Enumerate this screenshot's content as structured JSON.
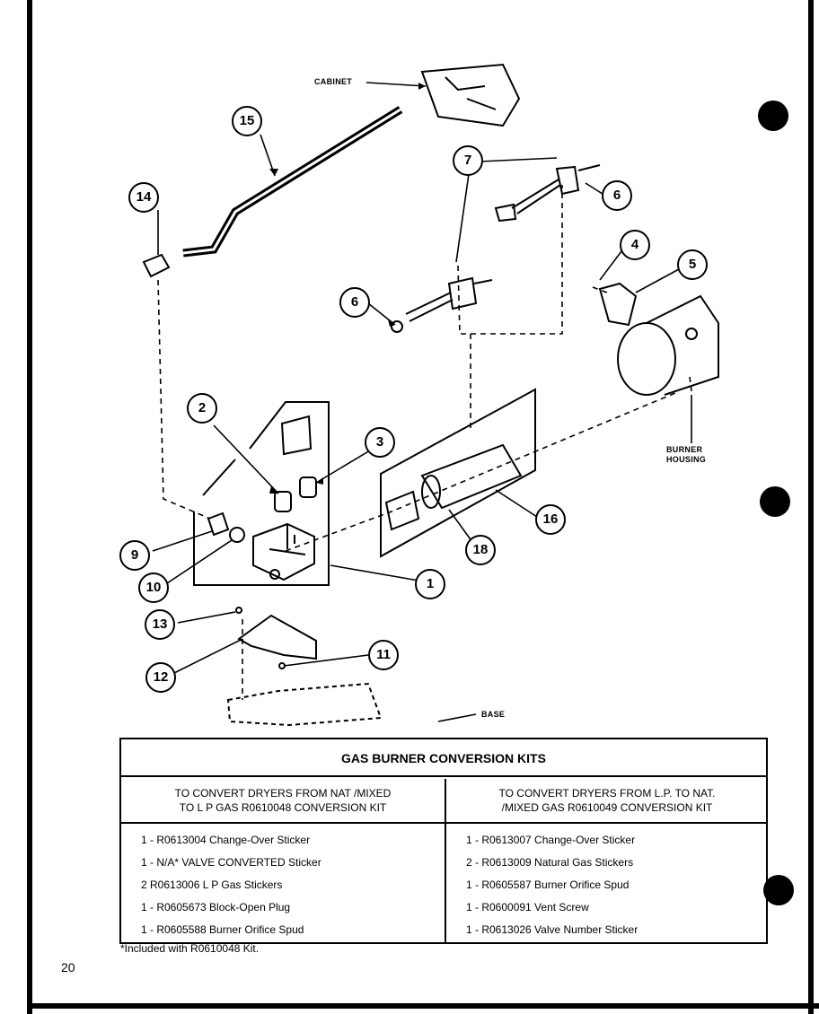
{
  "diagram": {
    "callouts": [
      "1",
      "2",
      "3",
      "4",
      "5",
      "6",
      "6",
      "7",
      "9",
      "10",
      "11",
      "12",
      "13",
      "14",
      "15",
      "16",
      "18"
    ],
    "labels": {
      "cabinet": "CABINET",
      "burner_housing_1": "BURNER",
      "burner_housing_2": "HOUSING",
      "base": "BASE"
    }
  },
  "kits": {
    "title": "GAS BURNER CONVERSION KITS",
    "left": {
      "heading_line1": "TO CONVERT DRYERS FROM  NAT /MIXED",
      "heading_line2": "TO L P  GAS R0610048 CONVERSION KIT",
      "rows": [
        "1  -  R0613004  Change-Over Sticker",
        "1  -  N/A* VALVE CONVERTED Sticker",
        "2     R0613006  L P  Gas Stickers",
        "1  -  R0605673  Block-Open Plug",
        "1  -  R0605588 Burner Orifice Spud"
      ]
    },
    "right": {
      "heading_line1": "TO CONVERT DRYERS FROM L.P. TO NAT.",
      "heading_line2": "/MIXED GAS R0610049 CONVERSION KIT",
      "rows": [
        "1  -  R0613007 Change-Over Sticker",
        "2  -  R0613009 Natural Gas Stickers",
        "1  -  R0605587 Burner Orifice Spud",
        "1  -  R0600091 Vent Screw",
        "1  -  R0613026 Valve Number Sticker"
      ]
    },
    "footnote": "*Included with R0610048 Kit."
  },
  "page_number": "20"
}
